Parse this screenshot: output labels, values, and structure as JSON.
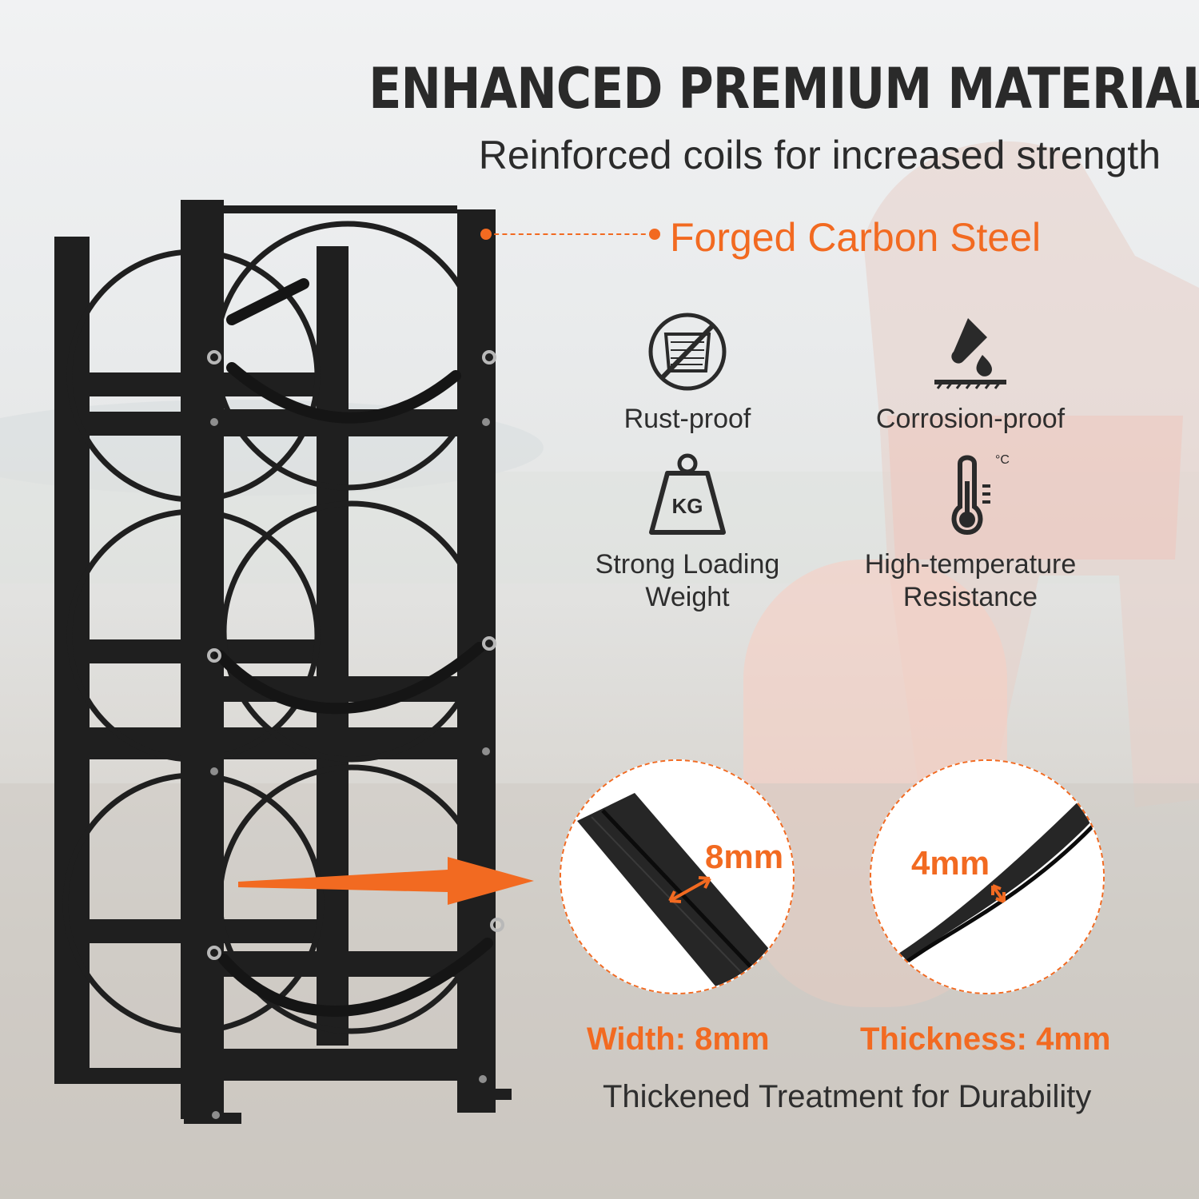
{
  "heading": "ENHANCED PREMIUM MATERIALS",
  "subheading": "Reinforced coils for increased strength",
  "callout": {
    "label": "Forged Carbon Steel",
    "accent_color": "#f26a21"
  },
  "features": [
    {
      "icon": "rust-proof-icon",
      "label": "Rust-proof"
    },
    {
      "icon": "corrosion-proof-icon",
      "label": "Corrosion-proof"
    },
    {
      "icon": "kg-weight-icon",
      "label": "Strong Loading Weight",
      "icon_text": "KG"
    },
    {
      "icon": "thermometer-icon",
      "label": "High-temperature Resistance",
      "icon_text": "°C"
    }
  ],
  "zoom_details": [
    {
      "name": "width",
      "measure": "8mm",
      "caption": "Width: 8mm"
    },
    {
      "name": "thickness",
      "measure": "4mm",
      "caption": "Thickness: 4mm"
    }
  ],
  "tagline": "Thickened Treatment for Durability"
}
